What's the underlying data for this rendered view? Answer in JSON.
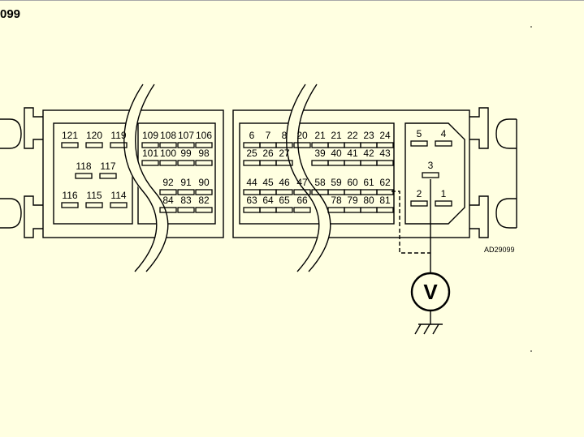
{
  "page_label": "099",
  "reference_code": "AD29099",
  "meter_symbol": "V",
  "colors": {
    "background": "#ffffe1",
    "line": "#000000"
  },
  "connector": {
    "blocks": [
      {
        "name": "block-left-outer",
        "pins": [
          {
            "label": "121",
            "row": 0
          },
          {
            "label": "120",
            "row": 0
          },
          {
            "label": "119",
            "row": 0
          },
          {
            "label": "118",
            "row": 1
          },
          {
            "label": "117",
            "row": 1
          },
          {
            "label": "116",
            "row": 2
          },
          {
            "label": "115",
            "row": 2
          },
          {
            "label": "114",
            "row": 2
          }
        ]
      },
      {
        "name": "block-left-inner",
        "pins": [
          {
            "label": "109",
            "row": 0
          },
          {
            "label": "108",
            "row": 0
          },
          {
            "label": "107",
            "row": 0
          },
          {
            "label": "106",
            "row": 0
          },
          {
            "label": "101",
            "row": 1
          },
          {
            "label": "100",
            "row": 1
          },
          {
            "label": "99",
            "row": 1
          },
          {
            "label": "98",
            "row": 1
          },
          {
            "label": "92",
            "row": 2
          },
          {
            "label": "91",
            "row": 2
          },
          {
            "label": "90",
            "row": 2
          },
          {
            "label": "84",
            "row": 3
          },
          {
            "label": "83",
            "row": 3
          },
          {
            "label": "82",
            "row": 3
          }
        ]
      },
      {
        "name": "block-middle",
        "pins": [
          {
            "label": "6",
            "row": 0
          },
          {
            "label": "7",
            "row": 0
          },
          {
            "label": "8",
            "row": 0
          },
          {
            "label": "20",
            "row": 0
          },
          {
            "label": "21",
            "row": 0
          },
          {
            "label": "21",
            "row": 0
          },
          {
            "label": "22",
            "row": 0
          },
          {
            "label": "23",
            "row": 0
          },
          {
            "label": "24",
            "row": 0
          },
          {
            "label": "25",
            "row": 1
          },
          {
            "label": "26",
            "row": 1
          },
          {
            "label": "27",
            "row": 1
          },
          {
            "label": "39",
            "row": 1
          },
          {
            "label": "40",
            "row": 1
          },
          {
            "label": "41",
            "row": 1
          },
          {
            "label": "42",
            "row": 1
          },
          {
            "label": "43",
            "row": 1
          },
          {
            "label": "44",
            "row": 2
          },
          {
            "label": "45",
            "row": 2
          },
          {
            "label": "46",
            "row": 2
          },
          {
            "label": "47",
            "row": 2
          },
          {
            "label": "58",
            "row": 2
          },
          {
            "label": "59",
            "row": 2
          },
          {
            "label": "60",
            "row": 2
          },
          {
            "label": "61",
            "row": 2
          },
          {
            "label": "62",
            "row": 2
          },
          {
            "label": "63",
            "row": 3
          },
          {
            "label": "64",
            "row": 3
          },
          {
            "label": "65",
            "row": 3
          },
          {
            "label": "66",
            "row": 3
          },
          {
            "label": "78",
            "row": 3
          },
          {
            "label": "79",
            "row": 3
          },
          {
            "label": "80",
            "row": 3
          },
          {
            "label": "81",
            "row": 3
          }
        ]
      },
      {
        "name": "block-right",
        "pins": [
          {
            "label": "5",
            "row": 0
          },
          {
            "label": "4",
            "row": 0
          },
          {
            "label": "3",
            "row": 1
          },
          {
            "label": "2",
            "row": 2
          },
          {
            "label": "1",
            "row": 2
          }
        ]
      }
    ]
  }
}
